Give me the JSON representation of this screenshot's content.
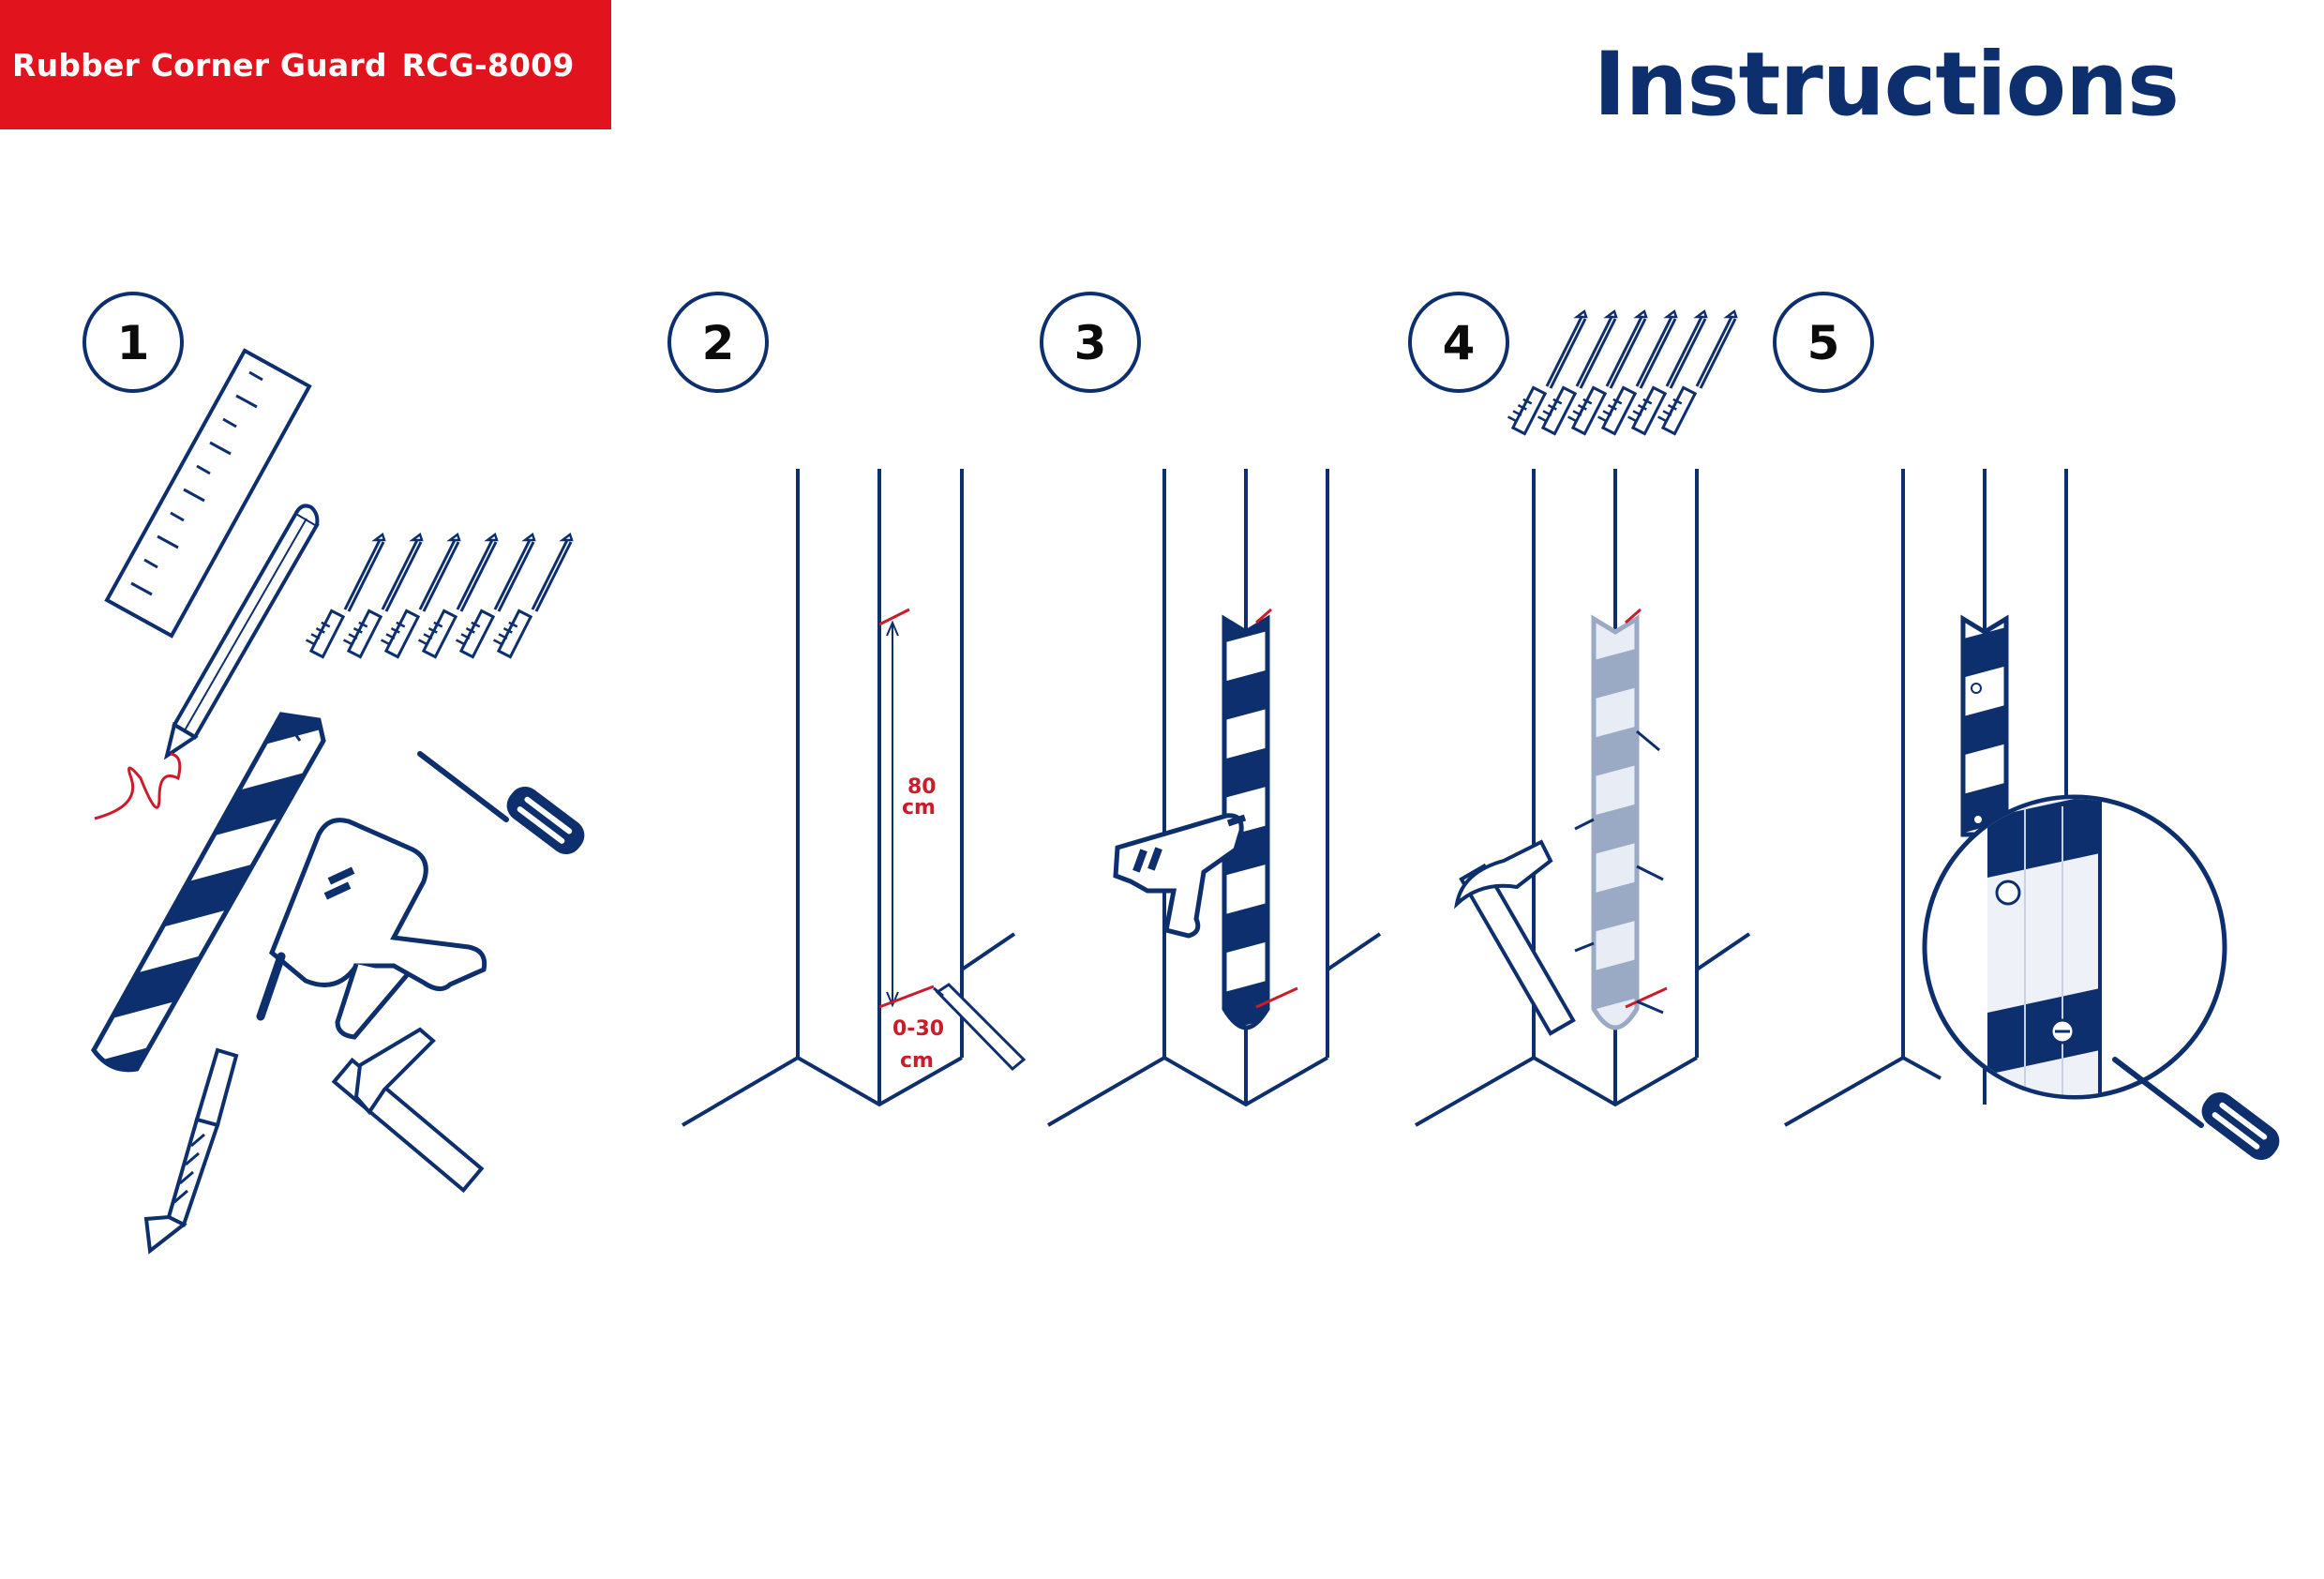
{
  "header": {
    "product_name": "Rubber Corner Guard",
    "model": "RCG-8009",
    "title": "Instructions"
  },
  "steps": [
    {
      "number": "1"
    },
    {
      "number": "2"
    },
    {
      "number": "3"
    },
    {
      "number": "4"
    },
    {
      "number": "5"
    }
  ],
  "measurements": {
    "height_value": "80",
    "height_unit": "cm",
    "offset_value": "0-30",
    "offset_unit": "cm"
  },
  "colors": {
    "brand_red": "#e1141e",
    "navy": "#0d2f6e",
    "marker_red": "#cc1b2a",
    "guard_light": "#9aa9c4"
  }
}
